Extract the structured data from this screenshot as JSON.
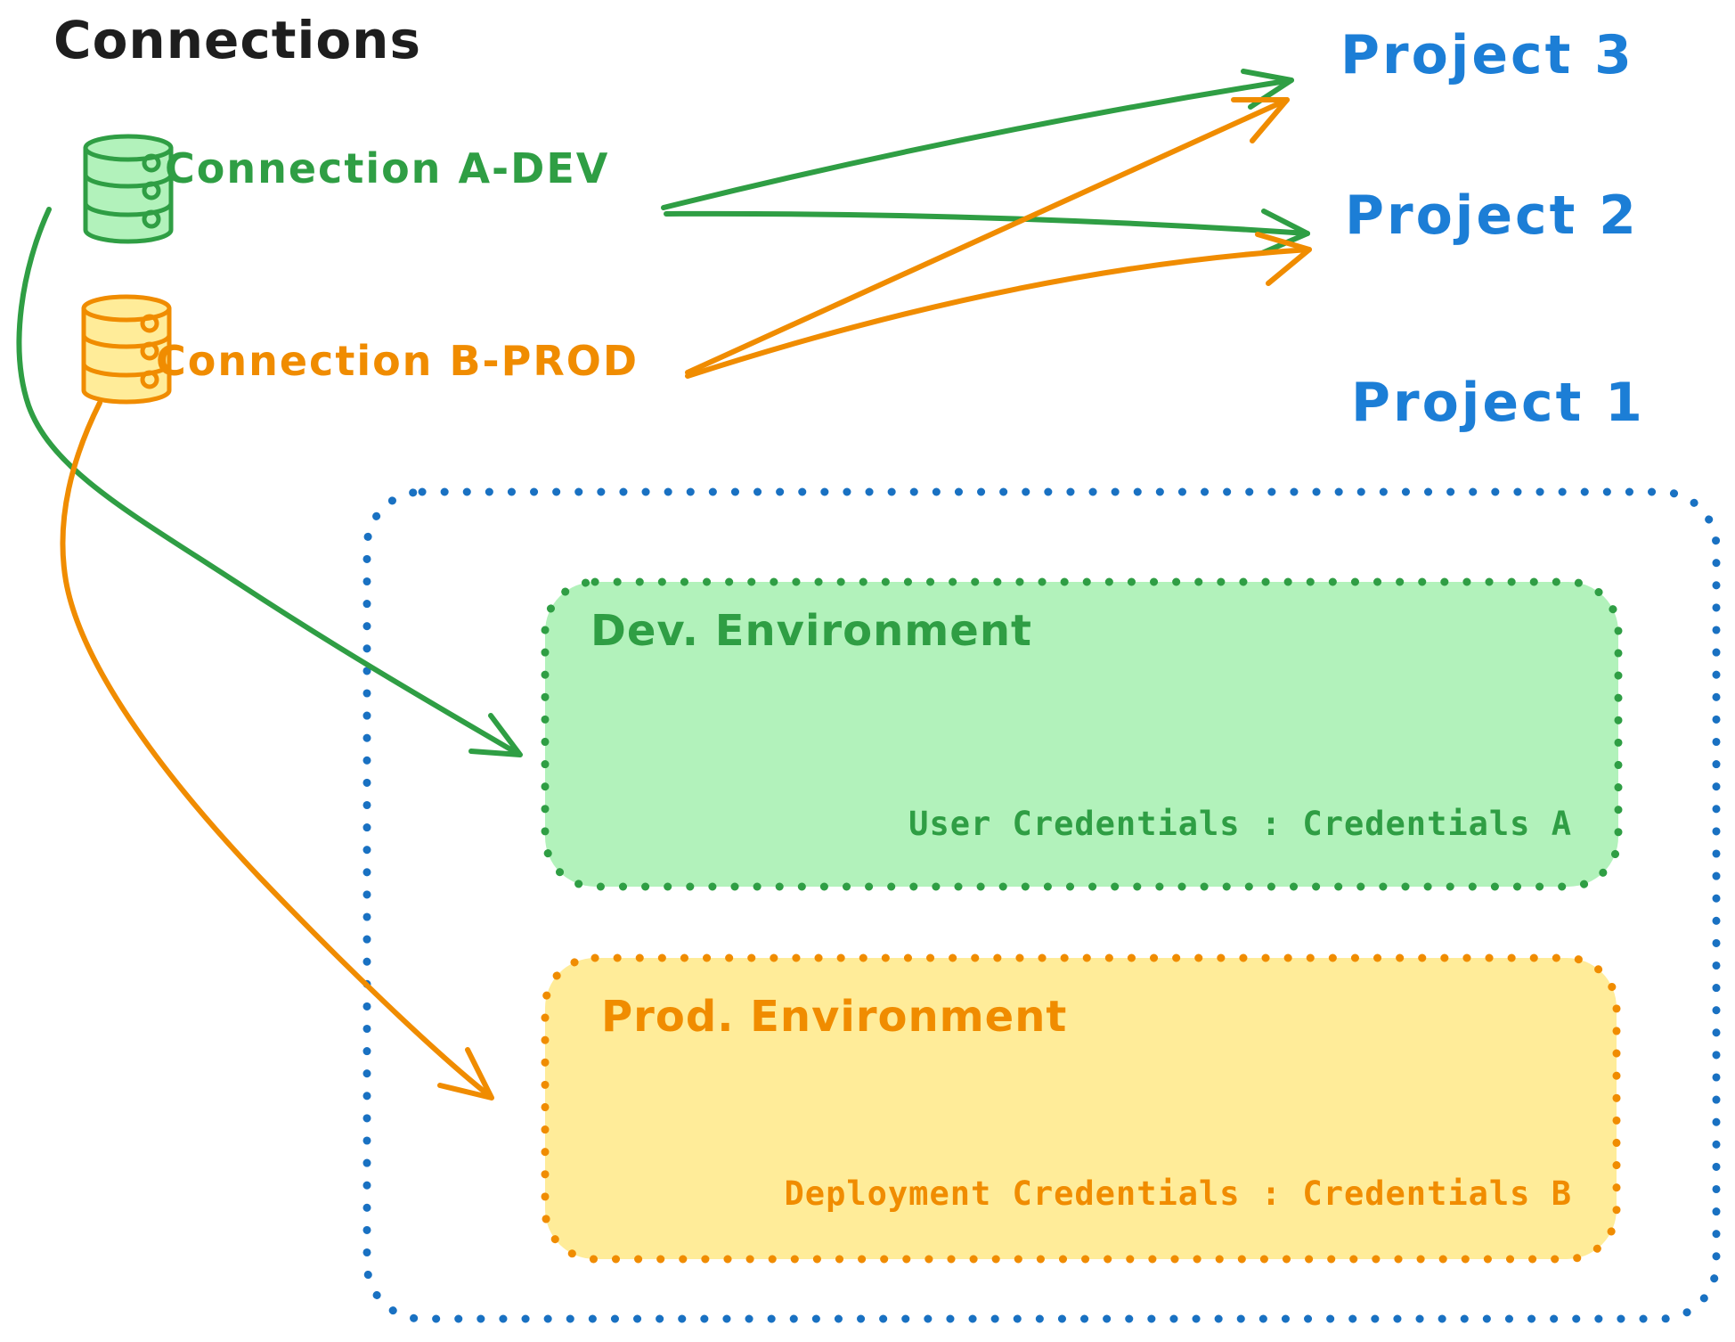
{
  "title": "Connections",
  "colors": {
    "ink": "#1e1e1e",
    "green": "#2f9e44",
    "green_fill": "#b2f2bb",
    "orange": "#f08c00",
    "orange_fill": "#ffec99",
    "blue": "#1c7ed6",
    "blue_border": "#1971c2"
  },
  "connections": [
    {
      "id": "a-dev",
      "label": "Connection A-DEV",
      "color": "#2f9e44"
    },
    {
      "id": "b-prod",
      "label": "Connection B-PROD",
      "color": "#f08c00"
    }
  ],
  "projects": [
    {
      "label": "Project 3"
    },
    {
      "label": "Project 2"
    },
    {
      "label": "Project 1"
    }
  ],
  "project1_detail": {
    "environments": [
      {
        "id": "dev",
        "title": "Dev. Environment",
        "credentials_label": "User Credentials : Credentials A"
      },
      {
        "id": "prod",
        "title": "Prod. Environment",
        "credentials_label": "Deployment Credentials : Credentials B"
      }
    ]
  },
  "relations": [
    {
      "from": "Connection A-DEV",
      "to": "Project 3"
    },
    {
      "from": "Connection A-DEV",
      "to": "Project 2"
    },
    {
      "from": "Connection B-PROD",
      "to": "Project 3"
    },
    {
      "from": "Connection B-PROD",
      "to": "Project 2"
    },
    {
      "from": "Connection A-DEV",
      "to": "Dev. Environment"
    },
    {
      "from": "Connection B-PROD",
      "to": "Prod. Environment"
    }
  ]
}
